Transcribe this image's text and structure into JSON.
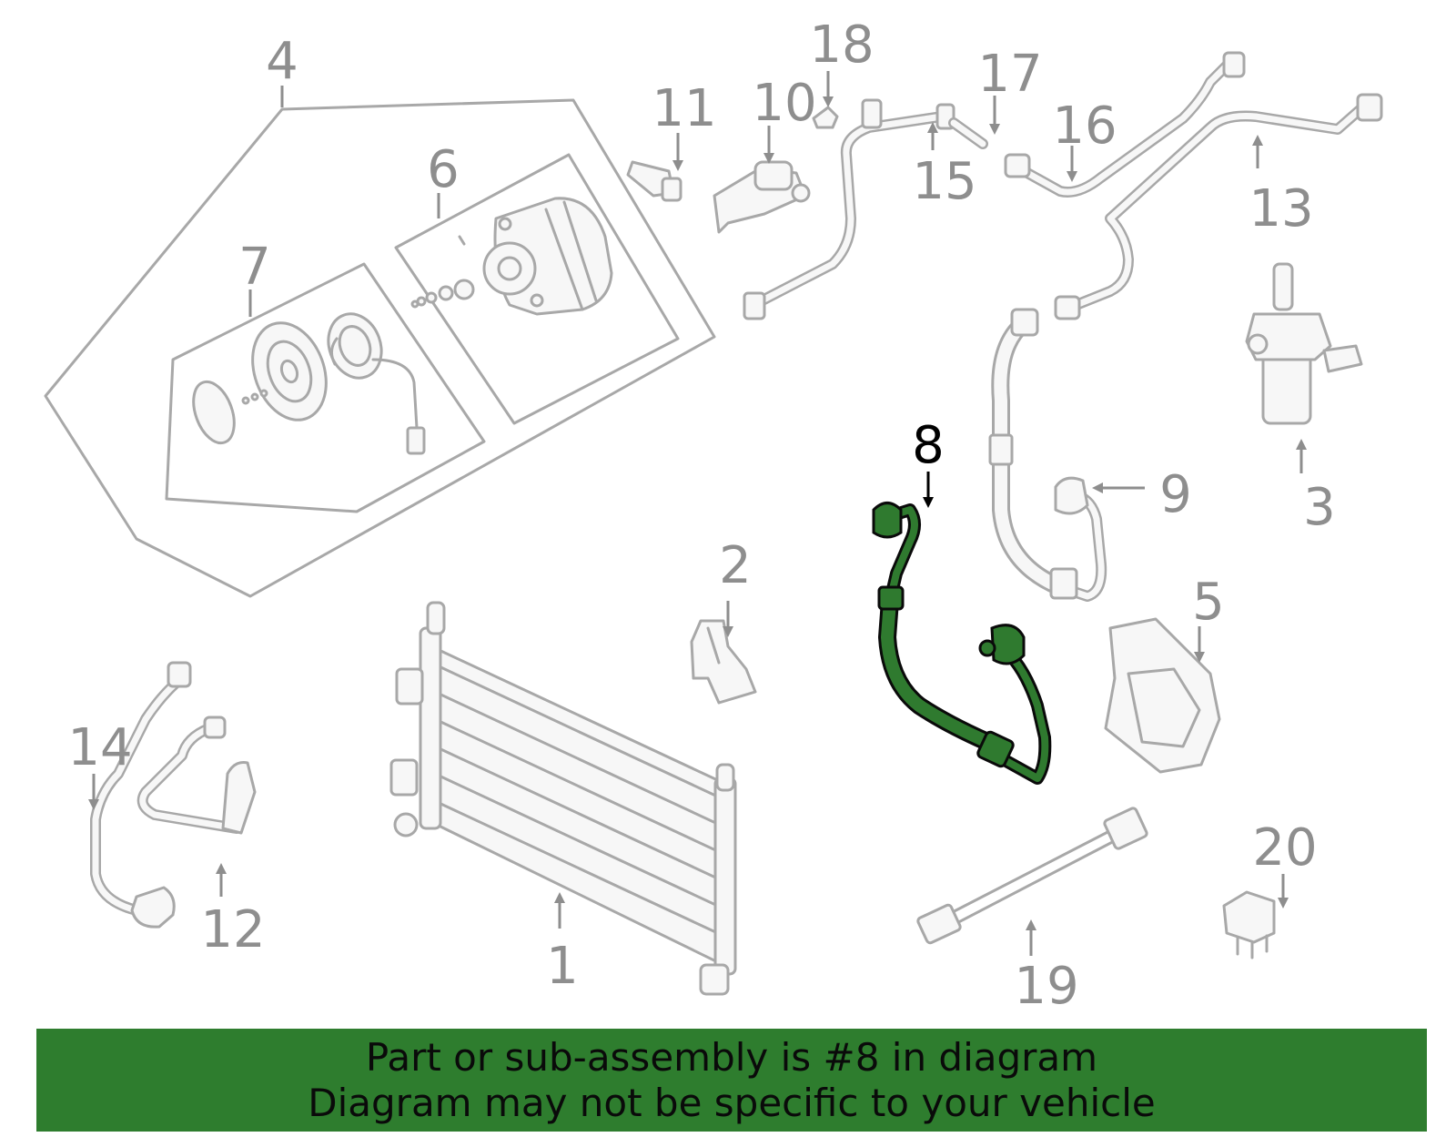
{
  "callouts": {
    "c1": "1",
    "c2": "2",
    "c3": "3",
    "c4": "4",
    "c5": "5",
    "c6": "6",
    "c7": "7",
    "c8": "8",
    "c9": "9",
    "c10": "10",
    "c11": "11",
    "c12": "12",
    "c13": "13",
    "c14": "14",
    "c15": "15",
    "c16": "16",
    "c17": "17",
    "c18": "18",
    "c19": "19",
    "c20": "20"
  },
  "highlight_color": "#2e7d2e",
  "banner": {
    "line1": "Part or sub-assembly is #8 in diagram",
    "line2": "Diagram may not be specific to your vehicle"
  }
}
